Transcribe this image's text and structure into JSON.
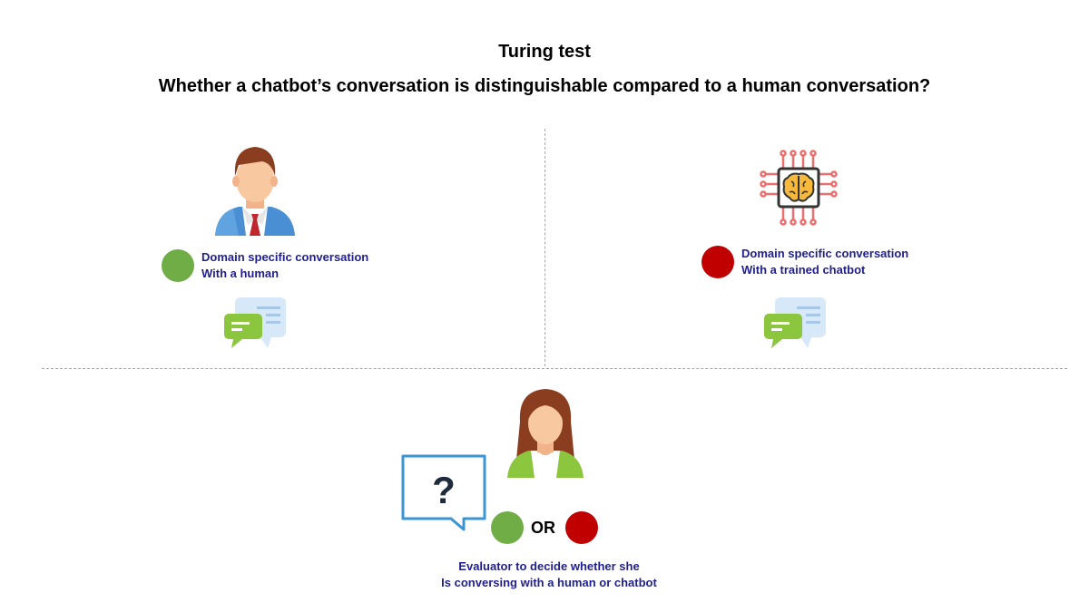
{
  "title": "Turing test",
  "subtitle": "Whether a chatbot’s conversation is distinguishable compared to a human conversation?",
  "left_panel": {
    "icon": "man-avatar-icon",
    "line1": "Domain specific conversation",
    "line2": "With a human",
    "status_color": "#70ad47"
  },
  "right_panel": {
    "icon": "brain-chip-icon",
    "line1": "Domain specific conversation",
    "line2": "With a trained chatbot",
    "status_color": "#c00000"
  },
  "evaluator": {
    "icon": "woman-avatar-icon",
    "question_mark": "?",
    "or_label": "OR",
    "line1": "Evaluator to decide whether she",
    "line2": "Is conversing with a human or chatbot"
  }
}
